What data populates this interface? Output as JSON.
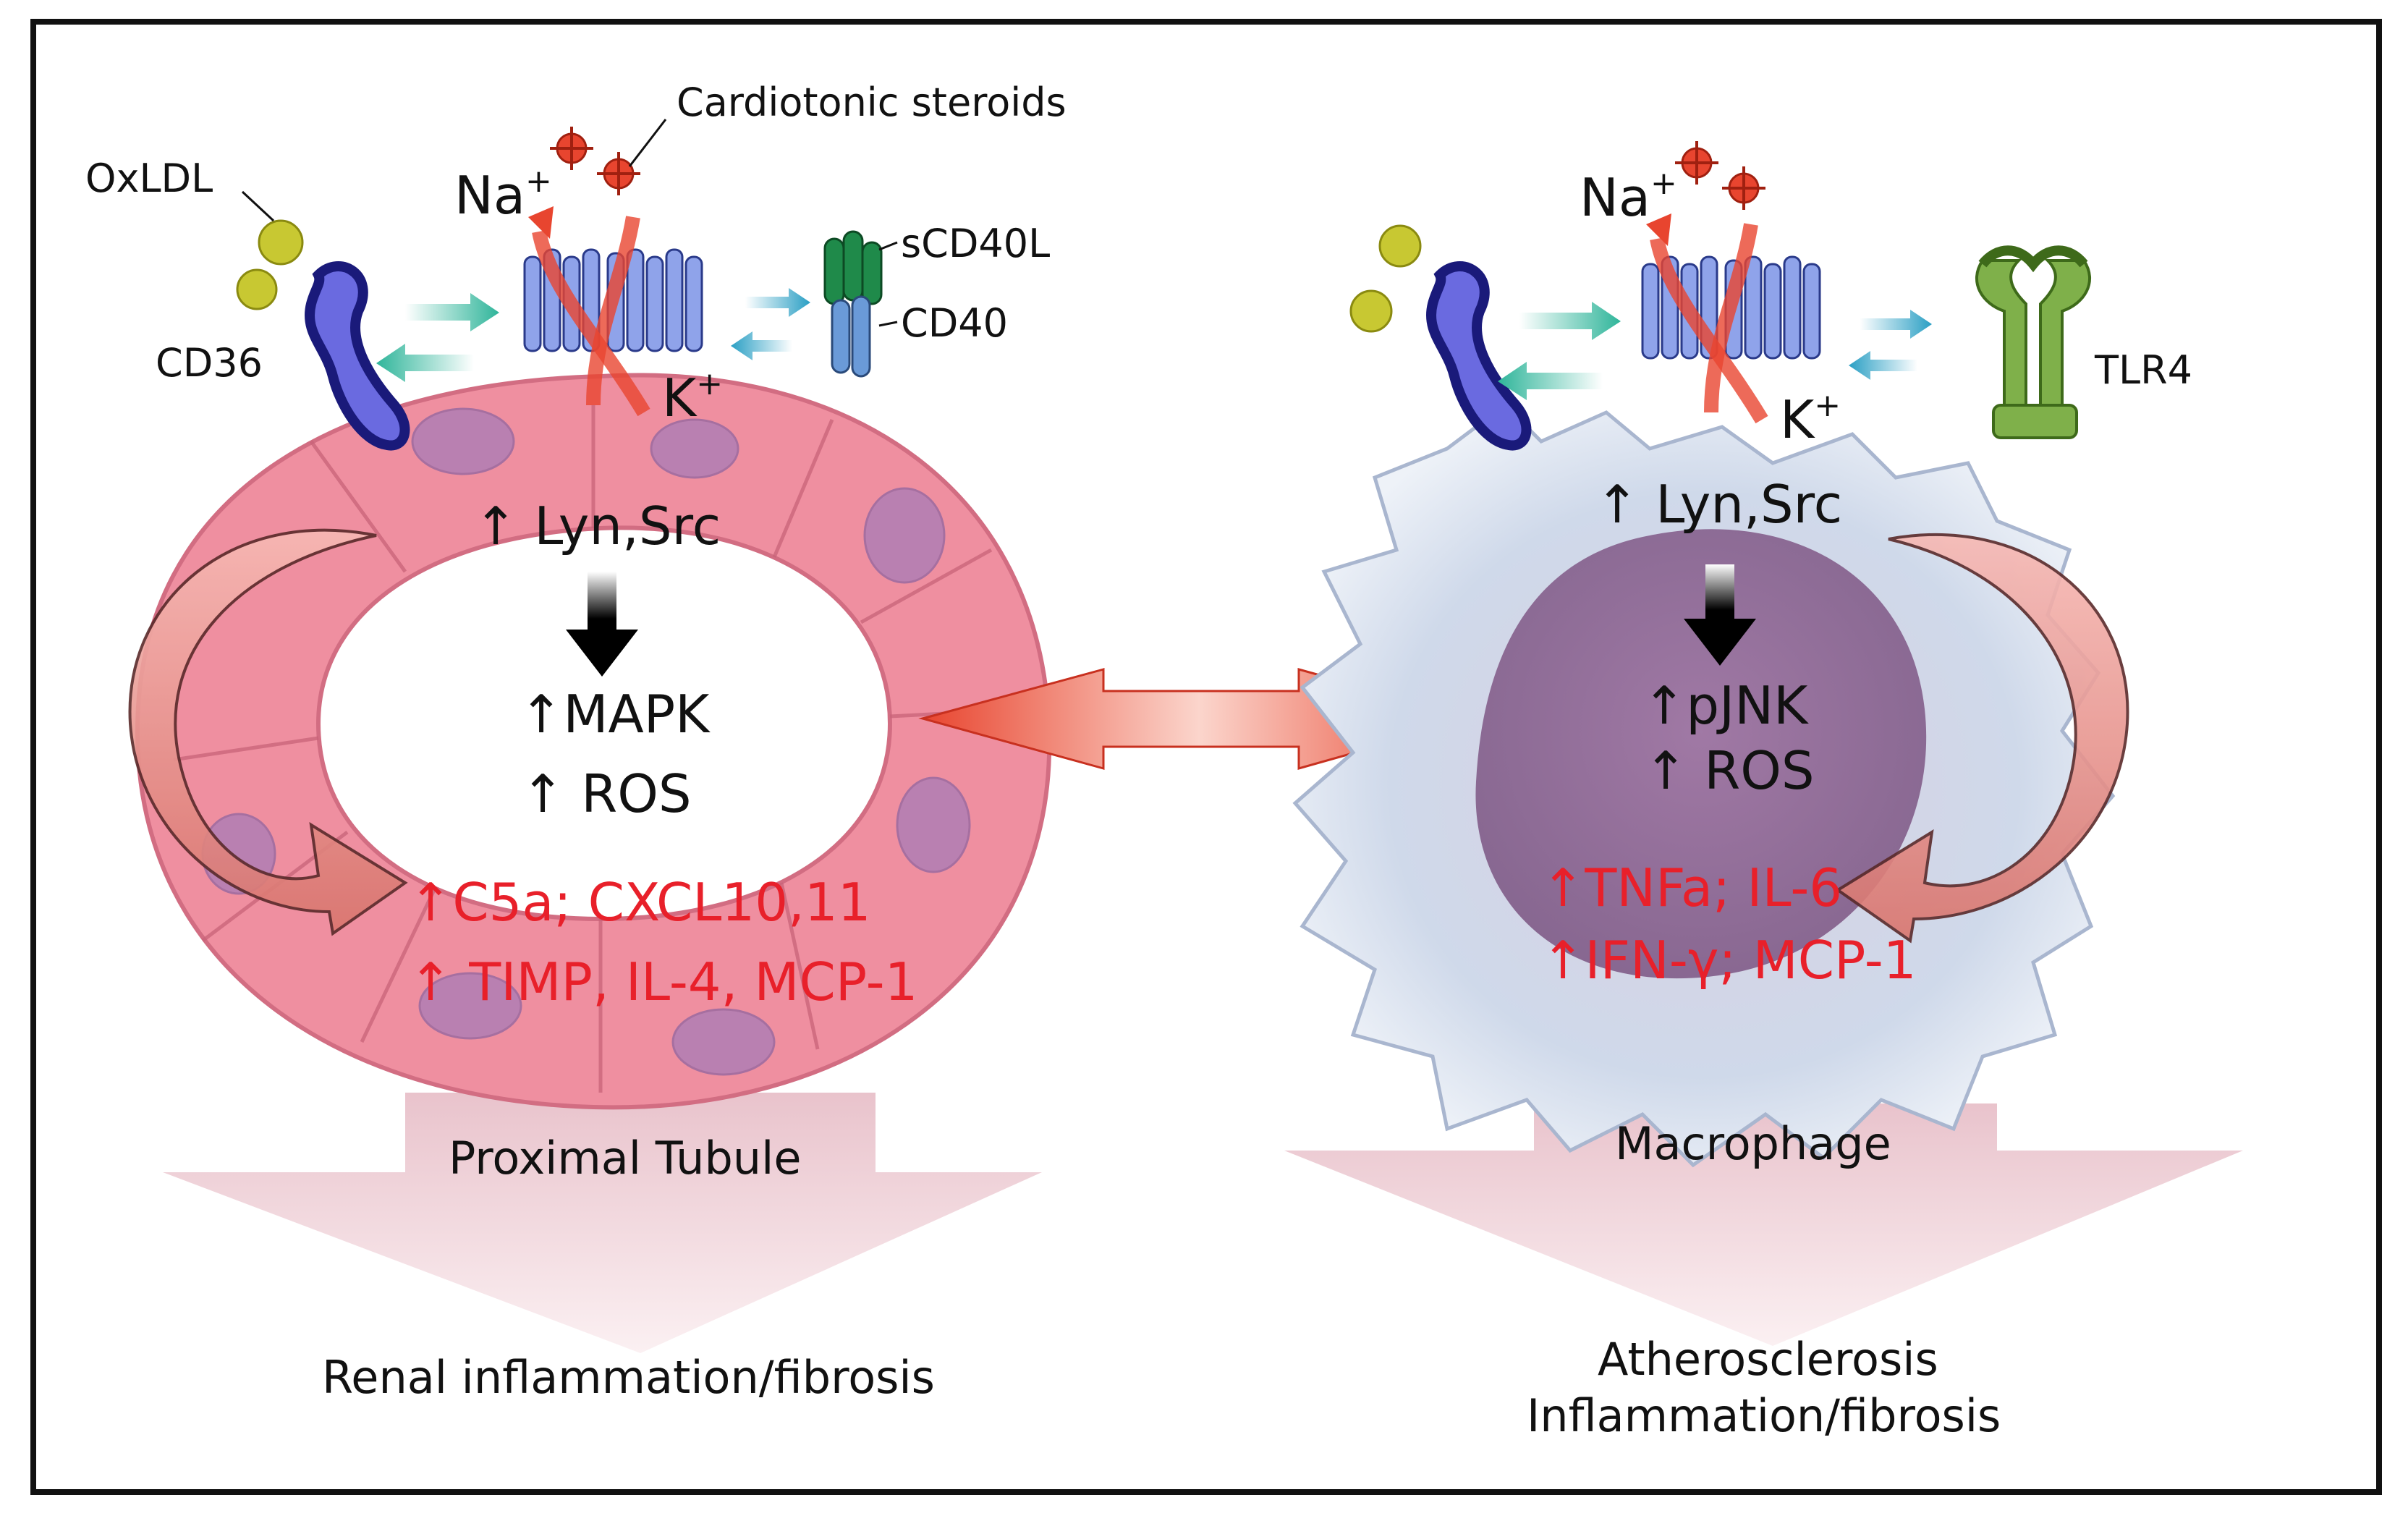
{
  "left_panel": {
    "ligand_cardiotonic": "Cardiotonic steroids",
    "ligand_oxldl": "OxLDL",
    "receptor_cd36": "CD36",
    "ligand_scd40l": "sCD40L",
    "receptor_cd40": "CD40",
    "ion_na": "Na",
    "ion_na_sup": "+",
    "ion_k": "K",
    "ion_k_sup": "+",
    "kinase_line": "↑ Lyn,Src",
    "mapk_line": "↑MAPK",
    "ros_line": "↑ ROS",
    "cytokine_line1": "↑C5a; CXCL10,11",
    "cytokine_line2": "↑ TIMP, IL-4, MCP-1",
    "cell_label": "Proximal Tubule",
    "outcome": "Renal inflammation/fibrosis"
  },
  "right_panel": {
    "ion_na": "Na",
    "ion_na_sup": "+",
    "ion_k": "K",
    "ion_k_sup": "+",
    "receptor_tlr4": "TLR4",
    "kinase_line": "↑ Lyn,Src",
    "jnk_line": "↑pJNK",
    "ros_line": "↑ ROS",
    "cytokine_line1": "↑TNFa; IL-6",
    "cytokine_line2": "↑IFN-γ; MCP-1",
    "cell_label": "Macrophage",
    "outcome_line1": "Atherosclerosis",
    "outcome_line2": "Inflammation/fibrosis"
  },
  "colors": {
    "frame": "#111111",
    "tubule_pink": "#ef8fa0",
    "macrophage_blue": "#c9d6ea",
    "nucleus_purple": "#8e5f92",
    "pump_blue": "#8fa3ea",
    "arrow_teal": "#2fb59a",
    "arrow_red": "#e8452f",
    "text_red": "#e8202a",
    "tlr4_green": "#7fb04a",
    "cd40l_green": "#1f8a4a",
    "oxldl_yellow": "#c8c832"
  }
}
